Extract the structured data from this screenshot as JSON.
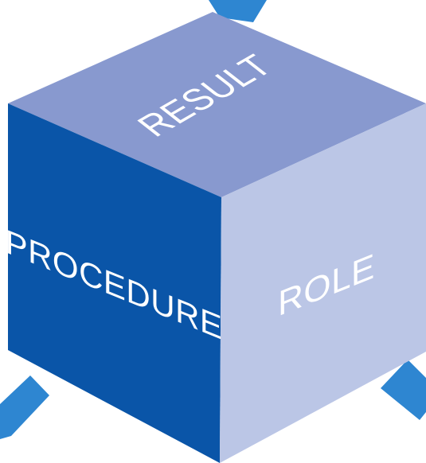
{
  "cube": {
    "top_face": {
      "label": "RESULT",
      "color": "#8899CF"
    },
    "left_face": {
      "label": "PROCEDURE",
      "color": "#0A55A8"
    },
    "right_face": {
      "label": "ROLE",
      "color": "#BBC6E6"
    }
  },
  "axes": {
    "color": "#2E86D1"
  }
}
